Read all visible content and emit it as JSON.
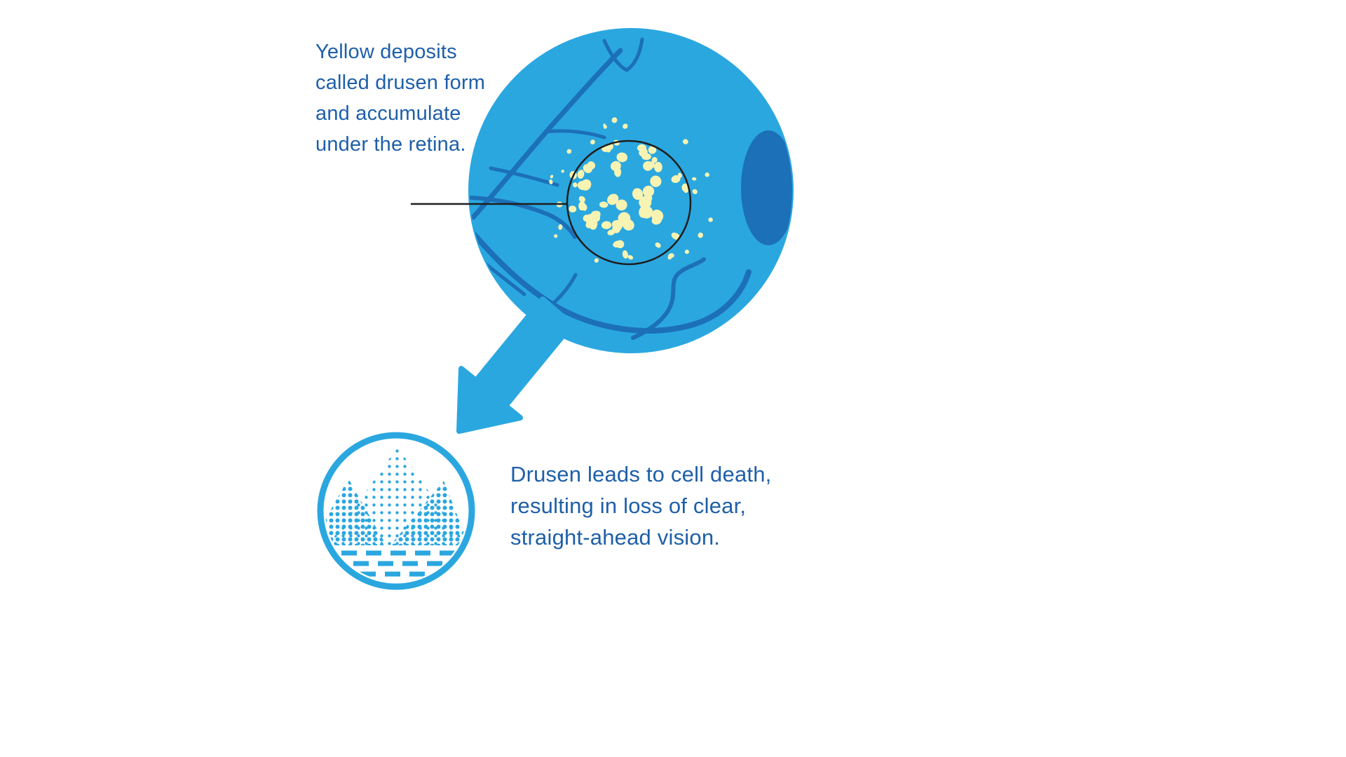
{
  "colors": {
    "eye_blue": "#2BA7E0",
    "vessel_blue": "#1C70B7",
    "text_blue": "#1E5FA9",
    "drusen_yellow": "#F7F3B2",
    "line_black": "#1E1E1E",
    "background": "#FFFFFF"
  },
  "callouts": {
    "drusen": {
      "text": "Yellow deposits called drusen form and accumulate under the retina."
    },
    "vision_loss": {
      "text": "Drusen leads to cell death, resulting in loss of clear, straight-ahead vision."
    }
  },
  "icons": {
    "eye_illustration": "eye-fundus-with-vessels",
    "arrow": "thick-arrow-down-left",
    "vision_icon": "halftone-mountains-in-circle"
  }
}
